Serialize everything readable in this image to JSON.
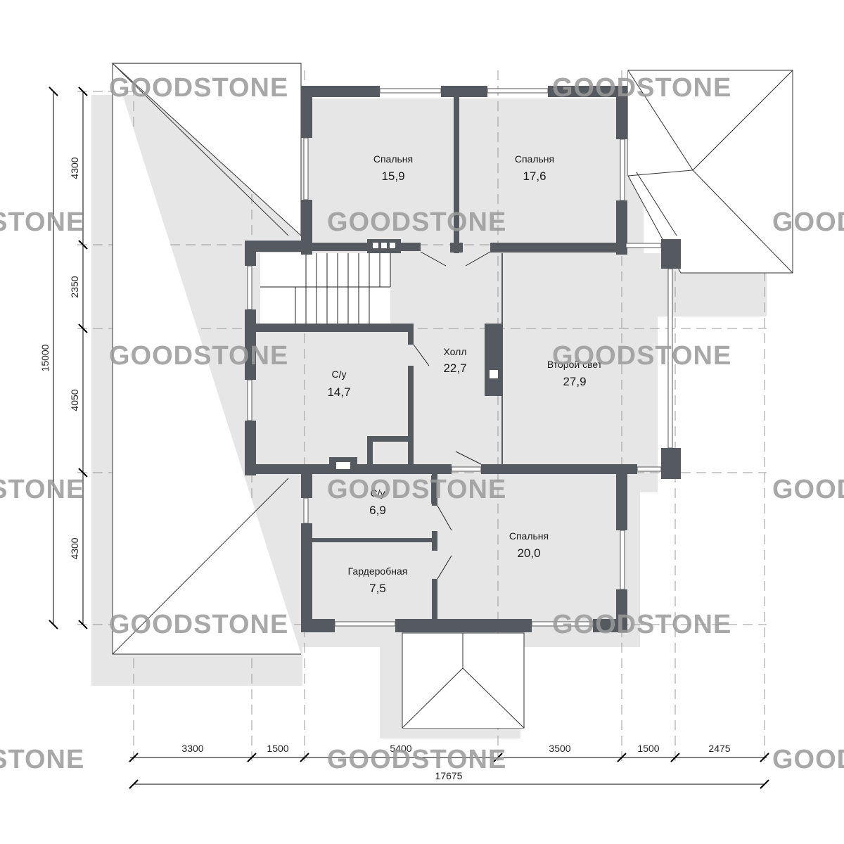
{
  "rooms": [
    {
      "name": "Спальня",
      "area": "15,9"
    },
    {
      "name": "Спальня",
      "area": "17,6"
    },
    {
      "name": "Холл",
      "area": "22,7"
    },
    {
      "name": "Второй свет",
      "area": "27,9"
    },
    {
      "name": "С/у",
      "area": "14,7"
    },
    {
      "name": "С/у",
      "area": "6,9"
    },
    {
      "name": "Гардеробная",
      "area": "7,5"
    },
    {
      "name": "Спальня",
      "area": "20,0"
    }
  ],
  "dimensions": {
    "bottom": [
      "3300",
      "1500",
      "5400",
      "3500",
      "1500",
      "2475"
    ],
    "bottom_total": "17675",
    "left": [
      "4300",
      "2350",
      "4050",
      "4300"
    ],
    "left_total": "15000"
  },
  "watermark": "GOODSTONE",
  "colors": {
    "wall": "#555a60",
    "shadow": "#e6e6e6",
    "watermark": "#9a9a9a"
  }
}
